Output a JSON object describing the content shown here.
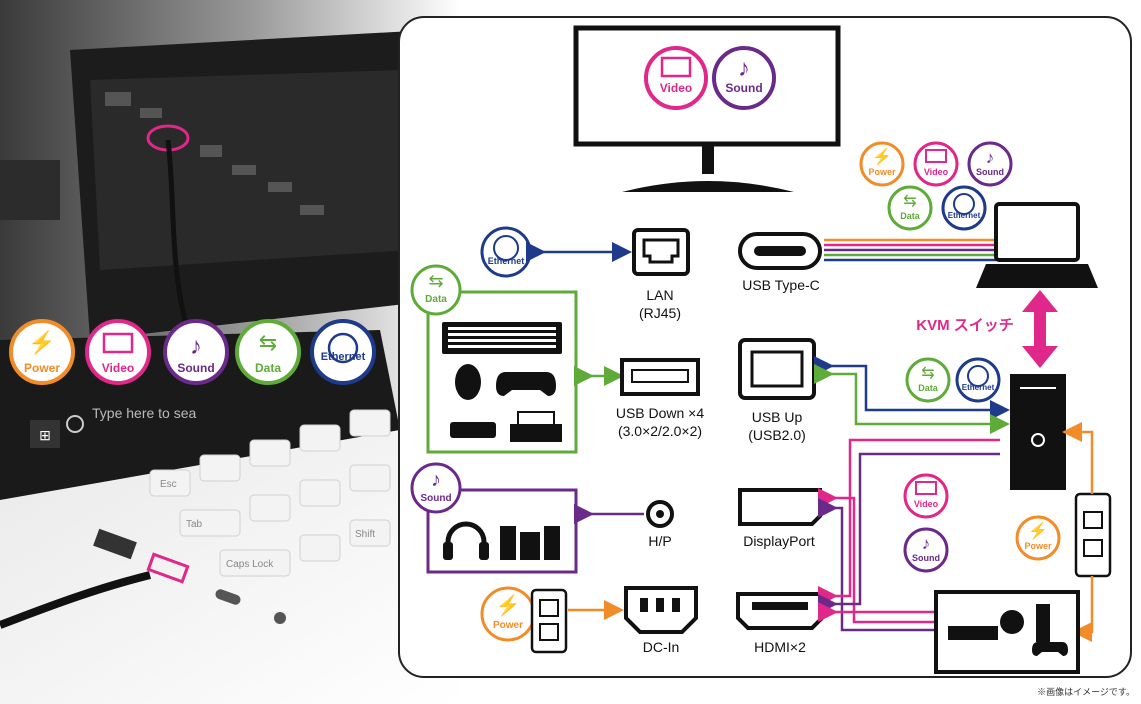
{
  "photo_badges": [
    "Power",
    "Video",
    "Sound",
    "Data",
    "Ethernet"
  ],
  "photo_search_placeholder": "Type here to sea",
  "photo_keys": [
    "Esc",
    "Tab",
    "Caps Lock",
    "Shift"
  ],
  "monitor_badges": [
    "Video",
    "Sound"
  ],
  "laptop_badges": [
    "Power",
    "Video",
    "Sound",
    "Data",
    "Ethernet"
  ],
  "ports": {
    "lan": [
      "LAN",
      "(RJ45)"
    ],
    "usbc": "USB Type-C",
    "usbdown": [
      "USB Down ×4",
      "(3.0×2/2.0×2)"
    ],
    "usbup": [
      "USB Up",
      "(USB2.0)"
    ],
    "hp": "H/P",
    "dp": "DisplayPort",
    "dcin": "DC-In",
    "hdmi": "HDMI×2"
  },
  "kvm_label": "KVM スイッチ",
  "data_group_badge": "Data",
  "sound_group_badge": "Sound",
  "ethernet_badge": "Ethernet",
  "pc_badges": [
    "Data",
    "Ethernet"
  ],
  "video_badge": "Video",
  "sound_badge": "Sound",
  "power_badge": "Power",
  "dc_power_badge": "Power",
  "note": "※画像はイメージです。",
  "colors": {
    "power": "#f28c28",
    "video": "#e0278a",
    "sound": "#6a2a8a",
    "data": "#5fab3a",
    "ethernet": "#1e3a8a"
  }
}
